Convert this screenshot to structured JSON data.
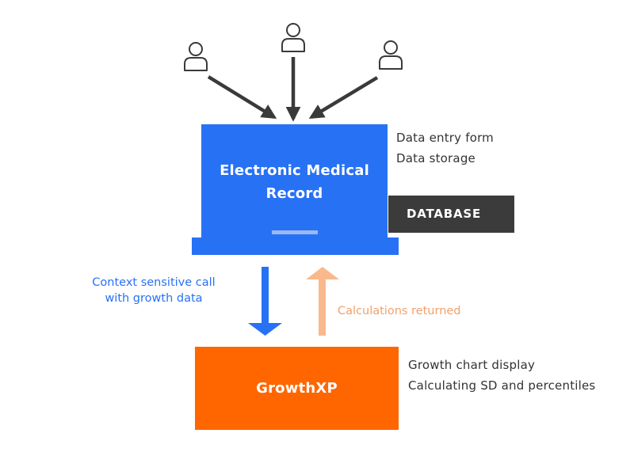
{
  "emr": {
    "title_line1": "Electronic Medical",
    "title_line2": "Record",
    "notes": [
      "Data entry form",
      "Data storage"
    ]
  },
  "database": {
    "label": "DATABASE"
  },
  "call": {
    "label_line1": "Context sensitive call",
    "label_line2": "with growth data"
  },
  "return": {
    "label": "Calculations returned"
  },
  "growthxp": {
    "title": "GrowthXP",
    "notes": [
      "Growth chart display",
      "Calculating SD and percentiles"
    ]
  },
  "icons": {
    "users": [
      "user-icon",
      "user-icon",
      "user-icon"
    ],
    "arrows": [
      "arrow-down-icon",
      "arrow-up-icon"
    ]
  },
  "colors": {
    "emr_blue": "#2771f5",
    "database_dark": "#3b3b3b",
    "growthxp_orange": "#ff6600",
    "return_arrow_peach": "#f9b98c",
    "user_arrow_gray": "#3a3a3a"
  }
}
